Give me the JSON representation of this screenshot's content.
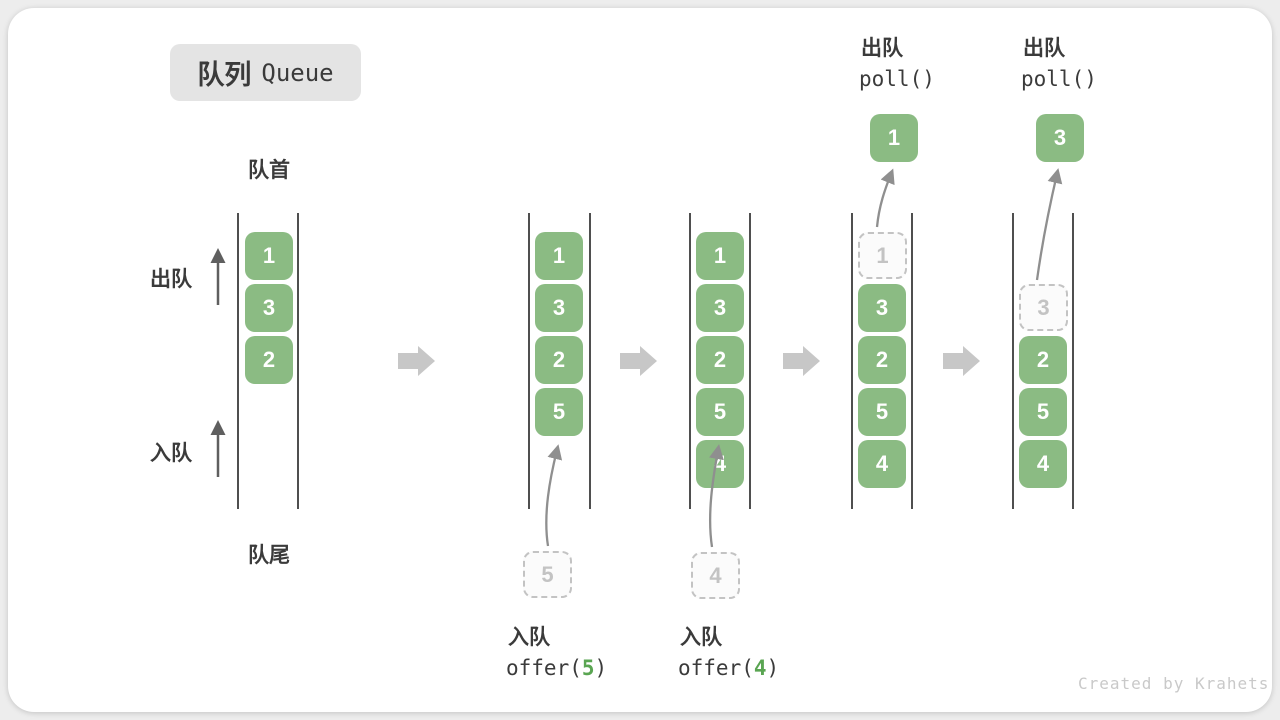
{
  "title": {
    "zh": "队列",
    "en": "Queue"
  },
  "labels": {
    "front": "队首",
    "rear": "队尾",
    "dequeue": "出队",
    "enqueue": "入队"
  },
  "queues": [
    {
      "slots": [
        {
          "v": "1"
        },
        {
          "v": "3"
        },
        {
          "v": "2"
        }
      ]
    },
    {
      "slots": [
        {
          "v": "1"
        },
        {
          "v": "3"
        },
        {
          "v": "2"
        },
        {
          "v": "5"
        }
      ],
      "pending": "5"
    },
    {
      "slots": [
        {
          "v": "1"
        },
        {
          "v": "3"
        },
        {
          "v": "2"
        },
        {
          "v": "5"
        },
        {
          "v": "4"
        }
      ],
      "pending": "4"
    },
    {
      "slots": [
        {
          "v": "1"
        },
        {
          "v": "3"
        },
        {
          "v": "2"
        },
        {
          "v": "5"
        },
        {
          "v": "4"
        }
      ],
      "polled": "1"
    },
    {
      "slots": [
        {
          "v": "3"
        },
        {
          "v": "2"
        },
        {
          "v": "5"
        },
        {
          "v": "4"
        }
      ],
      "polled": "3"
    }
  ],
  "operations": {
    "enqueue_5": {
      "label": "入队",
      "code_open": "offer(",
      "code_arg": "5",
      "code_close": ")"
    },
    "enqueue_4": {
      "label": "入队",
      "code_open": "offer(",
      "code_arg": "4",
      "code_close": ")"
    },
    "dequeue_1": {
      "label": "出队",
      "code": "poll()"
    },
    "dequeue_3": {
      "label": "出队",
      "code": "poll()"
    }
  },
  "credit": "Created by Krahets",
  "colors": {
    "box_green": "#8bbb83",
    "code_arg_green": "#5aa552",
    "big_arrow_gray": "#c7c7c7",
    "dashed_gray": "#c3c3c3",
    "text_dark": "#3b3b3b"
  }
}
